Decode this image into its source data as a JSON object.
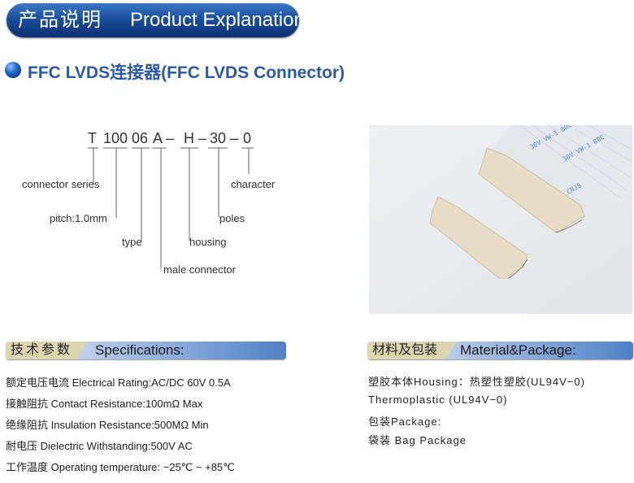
{
  "header": {
    "title_zh": "产品说明",
    "title_en": "Product Explanation"
  },
  "product": {
    "title": "FFC LVDS连接器(FFC LVDS Connector)"
  },
  "part_number": {
    "segments": [
      "T",
      "100",
      "06",
      "A",
      "H",
      "30",
      "0"
    ],
    "dash": "–",
    "labels": {
      "series": "connector series",
      "pitch": "pitch:1.0mm",
      "type": "type",
      "male": "male connector",
      "housing": "housing",
      "poles": "poles",
      "character": "character"
    }
  },
  "specs": {
    "heading_zh": "技术参数",
    "heading_en": "Specifications:",
    "items": [
      "额定电压电流 Electrical Rating:AC/DC 60V 0.5A",
      "接触阻抗 Contact Resistance:100mΩ Max",
      "绝缘阻抗 Insulation Resistance:500MΩ Min",
      "耐电压 Dielectric Withstanding:500V AC",
      "工作温度 Operating temperature: −25℃ ~ +85℃"
    ]
  },
  "material": {
    "heading_zh": "材料及包装",
    "heading_en": "Material&Package:",
    "items": [
      "塑胶本体Housing：热塑性塑胶(UL94V−0)",
      "Thermoplastic (UL94V−0)",
      "包装Package:",
      "袋装 Bag Package"
    ]
  },
  "colors": {
    "accent": "#2a5aa8",
    "navy": "#0c2f6e",
    "tan": "#dcd6b0"
  }
}
